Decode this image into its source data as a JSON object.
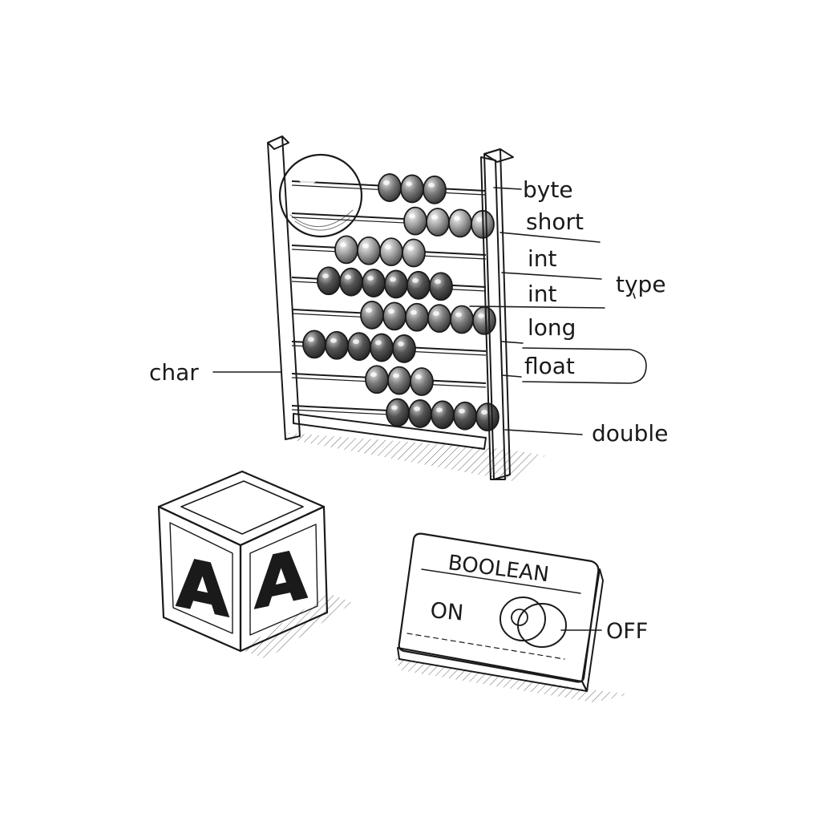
{
  "colors": {
    "ink": "#1a1a1a",
    "paper": "#ffffff",
    "bead_dark": "#4a4a4a",
    "bead_mid": "#7a7a7a",
    "bead_light": "#a8a8a8",
    "wood": "#f4f4f2"
  },
  "abacus": {
    "labels": {
      "byte": "byte",
      "short": "short",
      "int_1": "int",
      "int_2": "int",
      "type": "type",
      "long": "long",
      "float": "float",
      "double": "double",
      "char": "char"
    },
    "rows": [
      {
        "beads": 3,
        "shade": "bead_mid"
      },
      {
        "beads": 4,
        "shade": "bead_light"
      },
      {
        "beads": 4,
        "shade": "bead_light"
      },
      {
        "beads": 6,
        "shade": "bead_dark"
      },
      {
        "beads": 6,
        "shade": "bead_mid"
      },
      {
        "beads": 5,
        "shade": "bead_dark"
      },
      {
        "beads": 3,
        "shade": "bead_mid"
      },
      {
        "beads": 5,
        "shade": "bead_dark"
      }
    ]
  },
  "block": {
    "front_letter": "A",
    "side_letter": "A"
  },
  "switch": {
    "title": "BOOLEAN",
    "on_label": "ON",
    "off_label": "OFF"
  }
}
